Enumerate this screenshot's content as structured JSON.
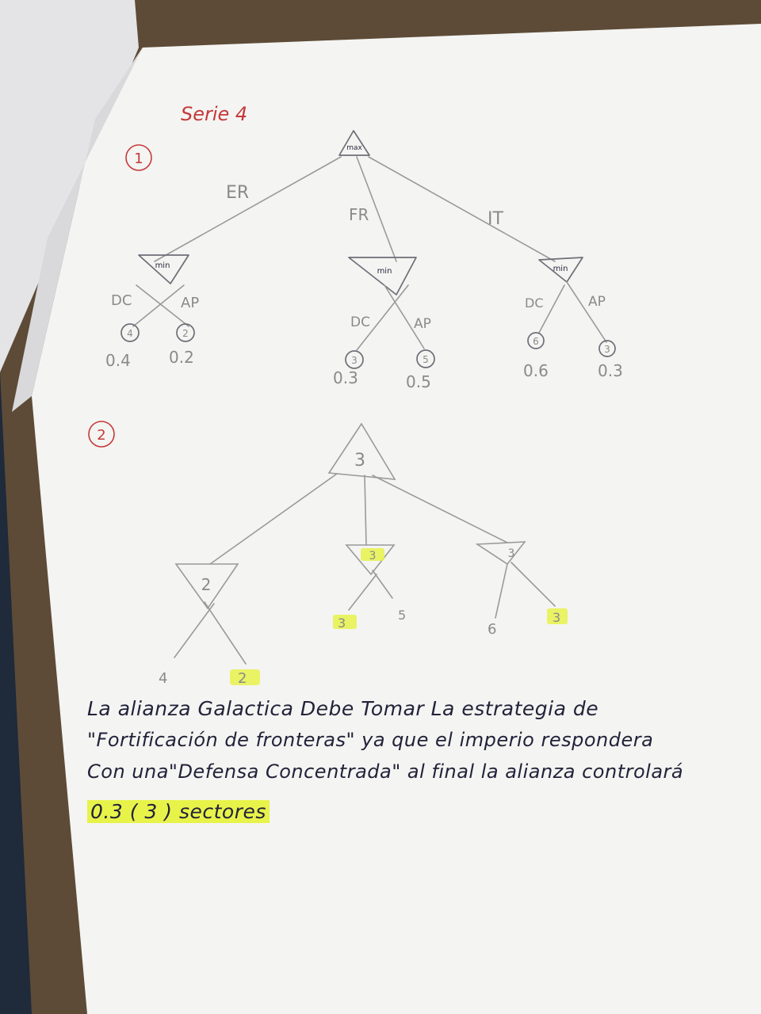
{
  "title": "Serie 4",
  "section1": {
    "number": "1",
    "root_label": "max",
    "branches": [
      {
        "label": "ER",
        "node": "min",
        "leaves": [
          {
            "action": "DC",
            "circle": "4",
            "value": "0.4"
          },
          {
            "action": "AP",
            "circle": "2",
            "value": "0.2"
          }
        ]
      },
      {
        "label": "FR",
        "node": "min",
        "leaves": [
          {
            "action": "DC",
            "circle": "3",
            "value": "0.3"
          },
          {
            "action": "AP",
            "circle": "5",
            "value": "0.5"
          }
        ]
      },
      {
        "label": "IT",
        "node": "min",
        "leaves": [
          {
            "action": "DC",
            "circle": "6",
            "value": "0.6"
          },
          {
            "action": "AP",
            "circle": "3",
            "value": "0.3"
          }
        ]
      }
    ]
  },
  "section2": {
    "number": "2",
    "root_value": "3",
    "mins": [
      {
        "value": "2",
        "leaves": [
          "4",
          "2"
        ]
      },
      {
        "value": "3",
        "leaves": [
          "3",
          "5"
        ]
      },
      {
        "value": "3",
        "leaves": [
          "6",
          "3"
        ]
      }
    ]
  },
  "conclusion": {
    "line1": "La alianza Galactica Debe Tomar La estrategia de",
    "line2": "\"Fortificación de fronteras\" ya que el imperio respondera",
    "line3": "Con una\"Defensa Concentrada\" al final la alianza controlará",
    "line4": "0.3 ( 3 ) sectores"
  }
}
